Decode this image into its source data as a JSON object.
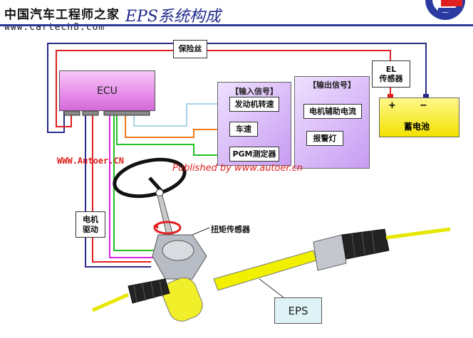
{
  "header": {
    "watermark_cn": "中国汽车工程师之家",
    "title": "EPS系统构成",
    "watermark_url": "www.cartech8.com"
  },
  "watermarks": {
    "autoer": "WWW.Autoer.CN",
    "published": "Published by www.autoer.cn"
  },
  "components": {
    "fuse": "保险丝",
    "ecu": "ECU",
    "el_sensor_line1": "EL",
    "el_sensor_line2": "传感器",
    "battery": "蓄电池",
    "battery_plus": "+",
    "battery_minus": "−",
    "motor_drive_line1": "电机",
    "motor_drive_line2": "驱动",
    "torque_sensor": "扭矩传感器",
    "eps": "EPS"
  },
  "input_signals": {
    "title": "【输入信号】",
    "items": [
      "发动机转速",
      "车速",
      "PGM测定器"
    ]
  },
  "output_signals": {
    "title": "【输出信号】",
    "items": [
      "电机辅助电流",
      "报警灯"
    ]
  },
  "colors": {
    "wire_red": "#e02020",
    "wire_blue": "#2a2a8a",
    "wire_light_blue": "#a8d4e6",
    "wire_orange": "#f07a1a",
    "wire_green": "#22c022",
    "wire_magenta": "#e020e0",
    "ecu_fill": "#e58ce8",
    "panel_fill": "#c79cf2",
    "battery_fill": "#f3e200",
    "rack_yellow": "#f0f000"
  }
}
